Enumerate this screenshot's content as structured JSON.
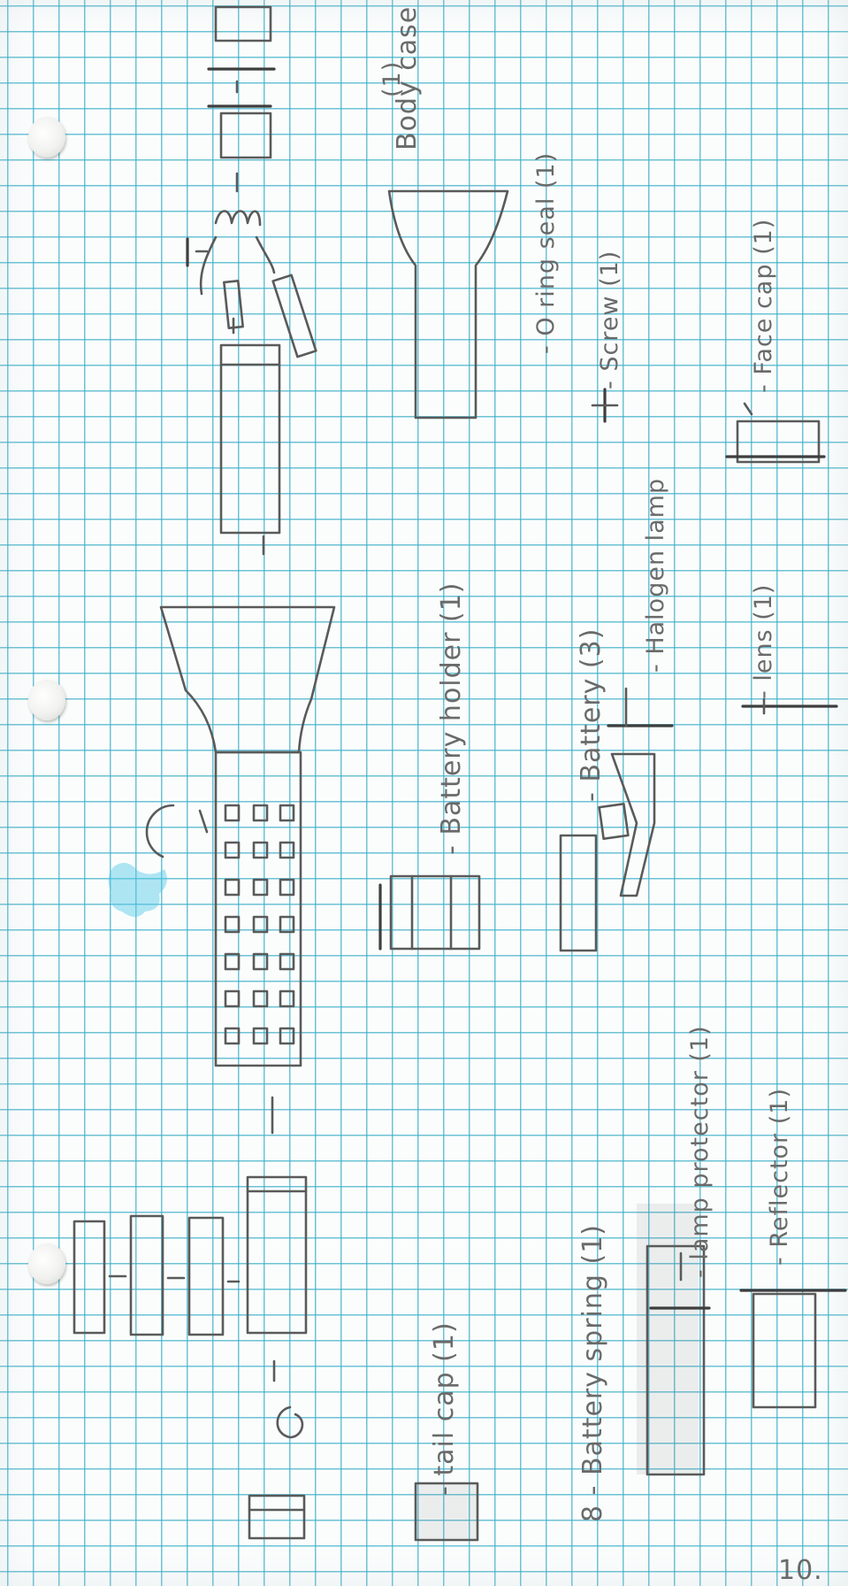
{
  "page_number": "10.",
  "parts": {
    "body_case": {
      "label": "Body case",
      "qty": "(1)"
    },
    "o_ring_seal": {
      "label": "- O ring seal (1)"
    },
    "screw": {
      "label": "- Screw (1)"
    },
    "face_cap": {
      "label": "- Face cap (1)"
    },
    "battery_holder": {
      "label": "- Battery holder (1)"
    },
    "battery": {
      "label": "- Battery (3)"
    },
    "halogen_lamp": {
      "label": "- Halogen lamp"
    },
    "lens": {
      "label": "- lens (1)"
    },
    "tail_cap": {
      "label": "- tail cap (1)"
    },
    "battery_spring": {
      "label": "8 - Battery spring (1)"
    },
    "lamp_protector": {
      "label": "- lamp protector (1)"
    },
    "reflector": {
      "label": "- Reflector (1)"
    }
  },
  "colors": {
    "grid": "#3cafc8",
    "pencil": "#5a5a5a",
    "paper": "#fbfdfd"
  }
}
